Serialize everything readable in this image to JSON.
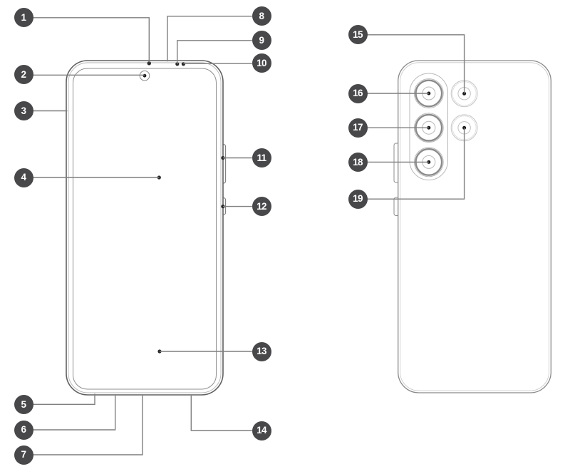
{
  "callout_labels": [
    "1",
    "2",
    "3",
    "4",
    "5",
    "6",
    "7",
    "8",
    "9",
    "10",
    "11",
    "12",
    "13",
    "14",
    "15",
    "16",
    "17",
    "18",
    "19"
  ],
  "colors": {
    "badge_background": "#48484a",
    "badge_number": "#ffffff",
    "leader_line": "#7f7f7f",
    "phone_outline_front": "#606060",
    "phone_outline_back": "#8a8a8a",
    "detail_line": "#b5b5b5",
    "anchor_dot": "#2a2a2a"
  }
}
